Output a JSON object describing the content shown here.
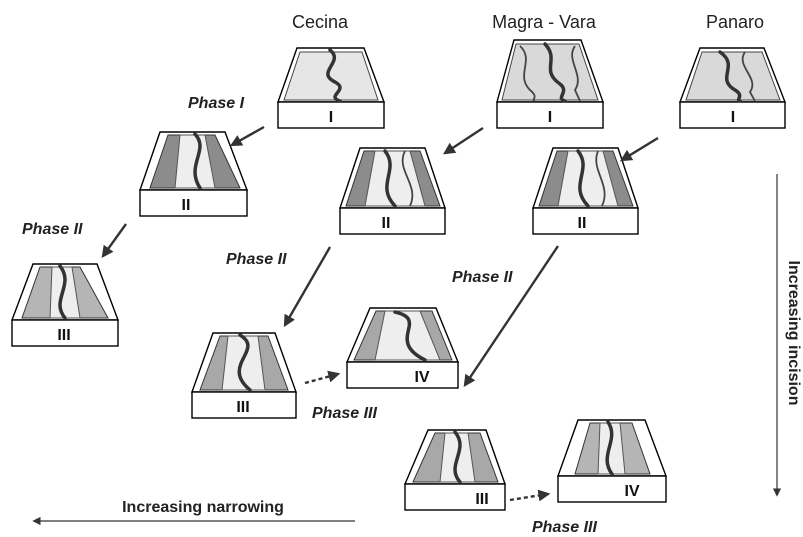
{
  "rivers": [
    "Cecina",
    "Magra - Vara",
    "Panaro"
  ],
  "phases": {
    "phase1": "Phase I",
    "phase2": "Phase II",
    "phase3": "Phase III"
  },
  "stages": [
    "I",
    "II",
    "III",
    "IV"
  ],
  "axes": {
    "horizontal": "Increasing narrowing",
    "vertical": "Increasing incision"
  }
}
